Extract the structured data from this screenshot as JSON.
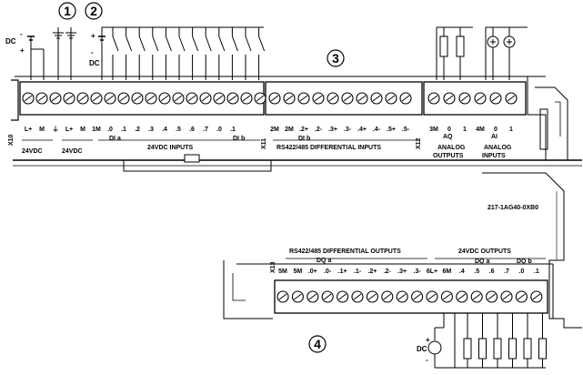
{
  "callouts": [
    "1",
    "2",
    "3",
    "4"
  ],
  "supply_left": {
    "label": "DC",
    "plus": "+",
    "minus": "-"
  },
  "supply_inputs": {
    "label": "DC",
    "plus": "+",
    "minus": "-"
  },
  "supply_outputs": {
    "label": "DC",
    "plus": "+",
    "minus": "-"
  },
  "upper": {
    "x10": {
      "connector": "X10",
      "terminals": [
        "L+",
        "M",
        "⏚",
        "L+",
        "M"
      ],
      "group_in": "24VDC",
      "group_out": "24VDC"
    },
    "di_a": {
      "terminals": [
        "1M",
        ".0",
        ".1",
        ".2",
        ".3",
        ".4",
        ".5",
        ".6",
        ".7"
      ],
      "label": "DI a"
    },
    "di_b": {
      "terminals": [
        ".0",
        ".1"
      ],
      "label": "DI b"
    },
    "inputs_title": "24VDC INPUTS",
    "x11": {
      "connector": "X11",
      "terminals": [
        "2M",
        "2M",
        ".2+",
        ".2-",
        ".3+",
        ".3-",
        ".4+",
        ".4-",
        ".5+",
        ".5-"
      ],
      "label": "DI b",
      "title": "RS422/485 DIFFERENTIAL INPUTS"
    },
    "x12": {
      "connector": "X12",
      "terminals": [
        "3M",
        "0",
        "1",
        "4M",
        "0",
        "1"
      ],
      "aq_label": "AQ",
      "ai_label": "AI",
      "aq_title": [
        "ANALOG",
        "OUTPUTS"
      ],
      "ai_title": [
        "ANALOG",
        "INPUTS"
      ]
    }
  },
  "lower": {
    "part_number": "217-1AG40-0XB0",
    "x13": {
      "connector": "X13",
      "terminals": [
        "5M",
        "5M",
        ".0+",
        ".0-",
        ".1+",
        ".1-",
        ".2+",
        ".2-",
        ".3+",
        ".3-",
        "6L+",
        "6M",
        ".4",
        ".5",
        ".6",
        ".7",
        ".0",
        ".1"
      ],
      "diff_title": "RS422/485 DIFFERENTIAL OUTPUTS",
      "dq_a_diff": "DQ a",
      "out_title": "24VDC OUTPUTS",
      "dq_a": "DQ a",
      "dq_b": "DQ b"
    }
  }
}
